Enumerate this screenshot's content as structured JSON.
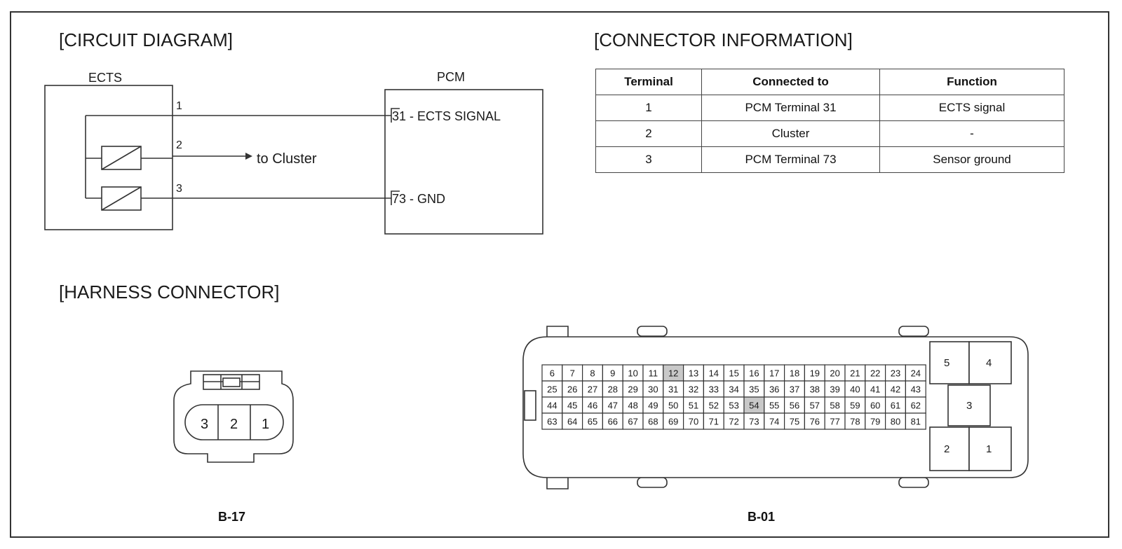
{
  "titles": {
    "circuit": "[CIRCUIT DIAGRAM]",
    "connector_info": "[CONNECTOR INFORMATION]",
    "harness": "[HARNESS CONNECTOR]"
  },
  "circuit": {
    "ects_label": "ECTS",
    "pcm_label": "PCM",
    "pin1": "1",
    "pin2": "2",
    "pin3": "3",
    "to_cluster": "to Cluster",
    "pcm_pin31": "31",
    "pcm_pin31_text": " - ECTS SIGNAL",
    "pcm_pin73": "73",
    "pcm_pin73_text": " - GND"
  },
  "connector_table": {
    "headers": [
      "Terminal",
      "Connected to",
      "Function"
    ],
    "rows": [
      [
        "1",
        "PCM Terminal 31",
        "ECTS signal"
      ],
      [
        "2",
        "Cluster",
        "-"
      ],
      [
        "3",
        "PCM Terminal 73",
        "Sensor ground"
      ]
    ]
  },
  "b17": {
    "caption": "B-17",
    "pins": [
      "3",
      "2",
      "1"
    ]
  },
  "b01": {
    "caption": "B-01",
    "grid_rows": [
      [
        "6",
        "7",
        "8",
        "9",
        "10",
        "11",
        "12",
        "13",
        "14",
        "15",
        "16",
        "17",
        "18",
        "19",
        "20",
        "21",
        "22",
        "23",
        "24"
      ],
      [
        "25",
        "26",
        "27",
        "28",
        "29",
        "30",
        "31",
        "32",
        "33",
        "34",
        "35",
        "36",
        "37",
        "38",
        "39",
        "40",
        "41",
        "42",
        "43"
      ],
      [
        "44",
        "45",
        "46",
        "47",
        "48",
        "49",
        "50",
        "51",
        "52",
        "53",
        "54",
        "55",
        "56",
        "57",
        "58",
        "59",
        "60",
        "61",
        "62"
      ],
      [
        "63",
        "64",
        "65",
        "66",
        "67",
        "68",
        "69",
        "70",
        "71",
        "72",
        "73",
        "74",
        "75",
        "76",
        "77",
        "78",
        "79",
        "80",
        "81"
      ]
    ],
    "highlighted": [
      "12",
      "54"
    ],
    "large_pins": [
      "5",
      "4",
      "3",
      "2",
      "1"
    ]
  },
  "colors": {
    "line": "#333333",
    "highlight": "#c8c8c8"
  }
}
